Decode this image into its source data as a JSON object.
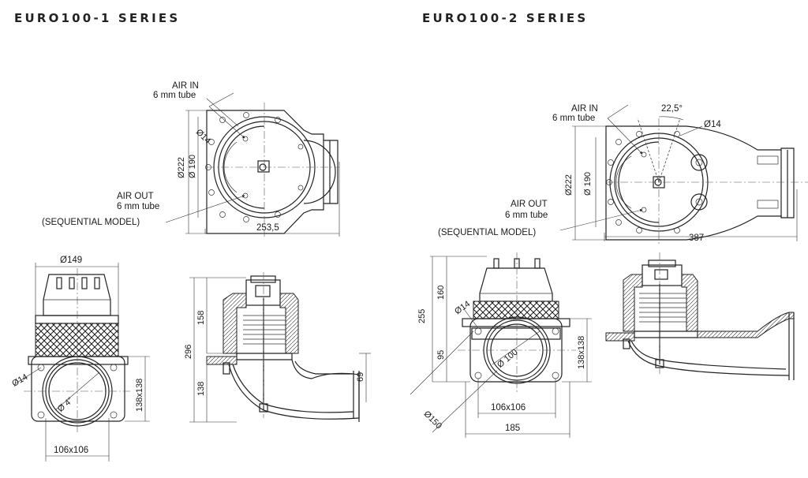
{
  "series": [
    {
      "title": "EURO100-1 SERIES",
      "labels": {
        "air_in": "AIR IN",
        "air_in_tube": "6 mm tube",
        "air_out": "AIR OUT",
        "air_out_tube": "6 mm tube",
        "sequential": "(SEQUENTIAL MODEL)"
      },
      "dims": {
        "d14_top": "Ø14",
        "d222": "Ø222",
        "d190": "Ø 190",
        "w253": "253,5",
        "d149": "Ø149",
        "d14_front": "Ø14",
        "d4in": "Ø 4\"",
        "sq138": "138x138",
        "sq106": "106x106",
        "h158": "158",
        "h296": "296",
        "h138": "138",
        "h69": "69"
      }
    },
    {
      "title": "EURO100-2 SERIES",
      "labels": {
        "air_in": "AIR IN",
        "air_in_tube": "6 mm tube",
        "air_out": "AIR OUT",
        "air_out_tube": "6 mm tube",
        "sequential": "(SEQUENTIAL MODEL)"
      },
      "dims": {
        "angle": "22,5°",
        "d14_top": "Ø14",
        "d222": "Ø222",
        "d190": "Ø 190",
        "w387": "387",
        "h255": "255",
        "h160": "160",
        "h95": "95",
        "d14_front": "Ø14",
        "d100": "Ø 100",
        "sq138": "138x138",
        "sq106": "106x106",
        "w185": "185",
        "d150": "Ø150"
      }
    }
  ]
}
